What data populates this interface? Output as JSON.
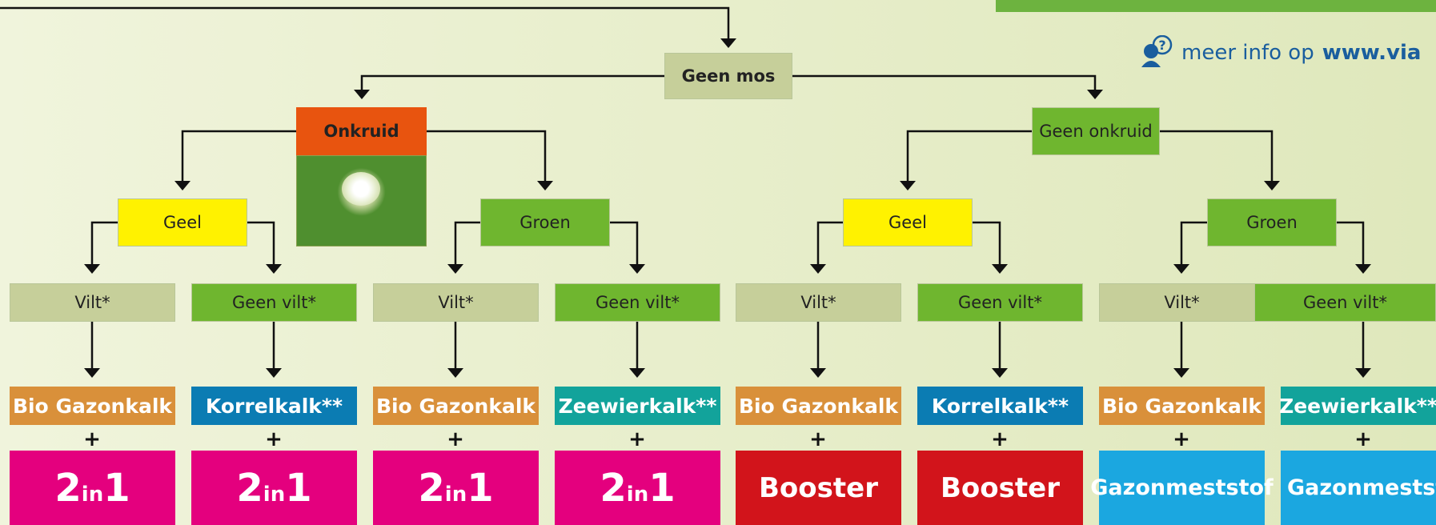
{
  "info": {
    "text": "meer info op",
    "url": "www.via"
  },
  "root": {
    "label": "Geen mos"
  },
  "branches": [
    {
      "label": "Onkruid",
      "color": "#e8540f"
    },
    {
      "label": "Geen onkruid",
      "color": "#6fb62f"
    }
  ],
  "colors": [
    {
      "label": "Geel",
      "color": "#fff200"
    },
    {
      "label": "Groen",
      "color": "#6fb62f"
    },
    {
      "label": "Geel",
      "color": "#fff200"
    },
    {
      "label": "Groen",
      "color": "#6fb62f"
    }
  ],
  "conditions": [
    "Vilt*",
    "Geen vilt*",
    "Vilt*",
    "Geen vilt*",
    "Vilt*",
    "Geen vilt*",
    "Vilt*",
    "Geen vilt*"
  ],
  "products": [
    "Bio Gazonkalk",
    "Korrelkalk**",
    "Bio Gazonkalk",
    "Zeewierkalk**",
    "Bio Gazonkalk",
    "Korrelkalk**",
    "Bio Gazonkalk",
    "Zeewierkalk**"
  ],
  "plus": "+",
  "finals": [
    {
      "big": "2",
      "small": "in",
      "end": "1"
    },
    {
      "big": "2",
      "small": "in",
      "end": "1"
    },
    {
      "big": "2",
      "small": "in",
      "end": "1"
    },
    {
      "big": "2",
      "small": "in",
      "end": "1"
    },
    {
      "label": "Booster"
    },
    {
      "label": "Booster"
    },
    {
      "label": "Gazonmeststof"
    },
    {
      "label": "Gazonmeststof"
    }
  ]
}
